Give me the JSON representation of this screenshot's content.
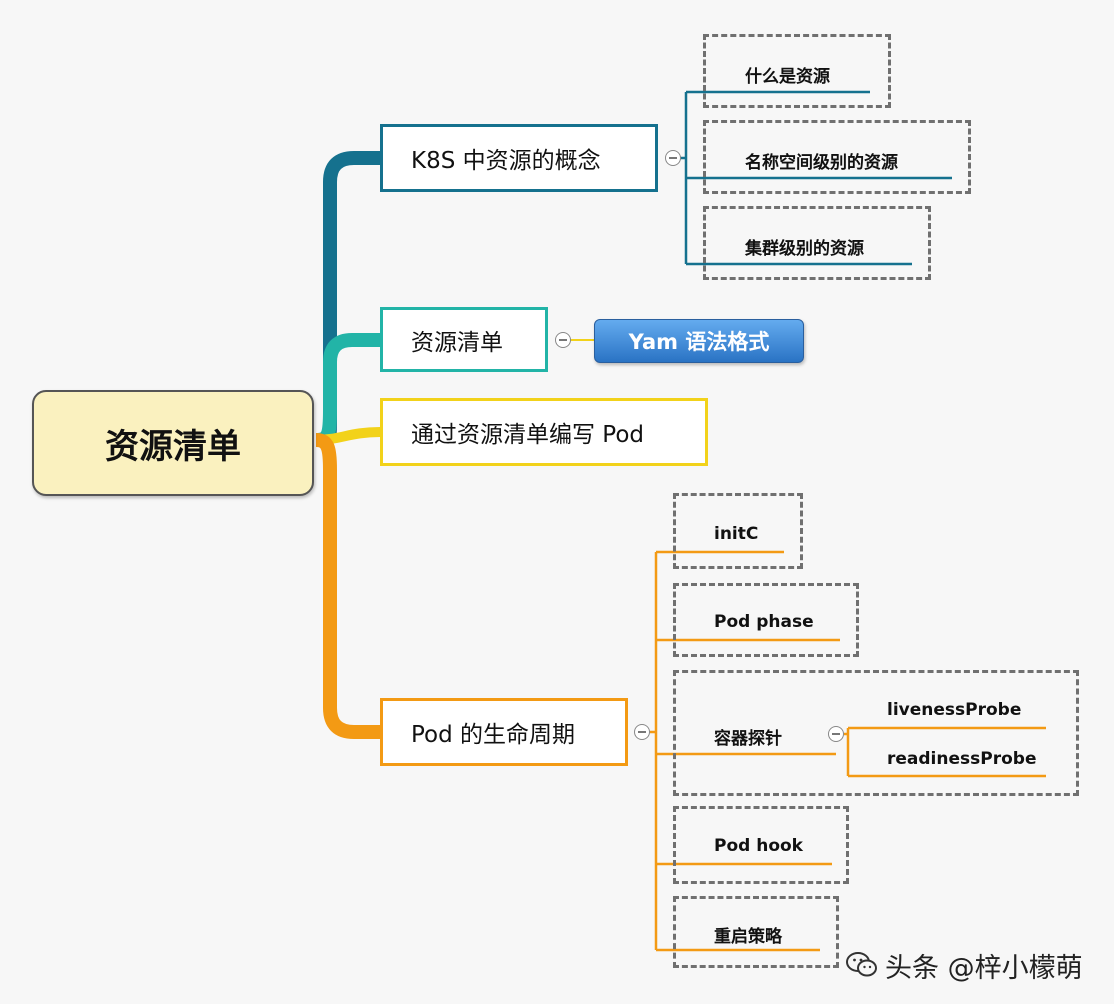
{
  "root": {
    "label": "资源清单"
  },
  "branches": [
    {
      "label": "K8S 中资源的概念",
      "color": "#15718e",
      "children": [
        "什么是资源",
        "名称空间级别的资源",
        "集群级别的资源"
      ]
    },
    {
      "label": "资源清单",
      "color": "#22b4a7",
      "children": [
        "Yam 语法格式"
      ]
    },
    {
      "label": "通过资源清单编写 Pod",
      "color": "#f2d21a"
    },
    {
      "label": "Pod 的生命周期",
      "color": "#f39a14",
      "children": [
        {
          "label": "initC"
        },
        {
          "label": "Pod phase"
        },
        {
          "label": "容器探针",
          "children": [
            "livenessProbe",
            "readinessProbe"
          ]
        },
        {
          "label": "Pod hook"
        },
        {
          "label": "重启策略"
        }
      ]
    }
  ],
  "watermark": {
    "text": "头条 @梓小檬萌",
    "icon": "wechat-logo-icon"
  }
}
